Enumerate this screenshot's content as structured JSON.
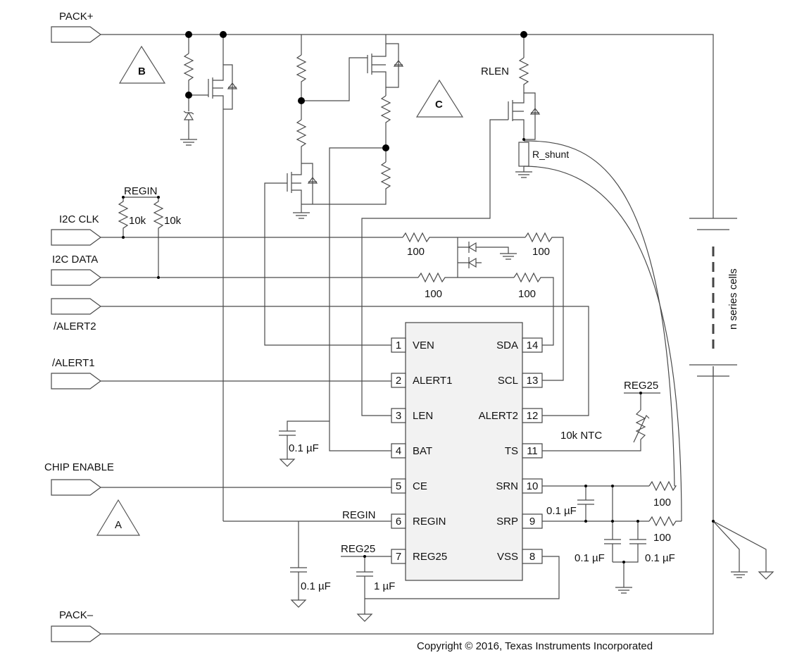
{
  "connectors": {
    "pack_plus": "PACK+",
    "i2c_clk": "I2C CLK",
    "i2c_data": "I2C DATA",
    "alert2": "/ALERT2",
    "alert1": "/ALERT1",
    "chip_enable": "CHIP ENABLE",
    "pack_minus": "PACK–"
  },
  "markers": {
    "a": "A",
    "b": "B",
    "c": "C"
  },
  "ic": {
    "left_pins": [
      {
        "num": "1",
        "name": "VEN"
      },
      {
        "num": "2",
        "name": "ALERT1"
      },
      {
        "num": "3",
        "name": "LEN"
      },
      {
        "num": "4",
        "name": "BAT"
      },
      {
        "num": "5",
        "name": "CE"
      },
      {
        "num": "6",
        "name": "REGIN"
      },
      {
        "num": "7",
        "name": "REG25"
      }
    ],
    "right_pins": [
      {
        "num": "14",
        "name": "SDA"
      },
      {
        "num": "13",
        "name": "SCL"
      },
      {
        "num": "12",
        "name": "ALERT2"
      },
      {
        "num": "11",
        "name": "TS"
      },
      {
        "num": "10",
        "name": "SRN"
      },
      {
        "num": "9",
        "name": "SRP"
      },
      {
        "num": "8",
        "name": "VSS"
      }
    ]
  },
  "labels": {
    "regin_top": "REGIN",
    "r_pullup_1": "10k",
    "r_pullup_2": "10k",
    "r100_1": "100",
    "r100_2": "100",
    "r100_3": "100",
    "r100_4": "100",
    "r100_srn": "100",
    "r100_srp": "100",
    "rlen": "RLEN",
    "r_shunt": "R_shunt",
    "reg25_top": "REG25",
    "ntc": "10k NTC",
    "cap_bat": "0.1 µF",
    "regin_net": "REGIN",
    "cap_regin": "0.1 µF",
    "reg25_net": "REG25",
    "cap_reg25": "1 µF",
    "cap_sr": "0.1 µF",
    "cap_srn": "0.1 µF",
    "cap_srp": "0.1 µF",
    "cells": "n series cells"
  },
  "copyright": "Copyright © 2016, Texas Instruments Incorporated"
}
